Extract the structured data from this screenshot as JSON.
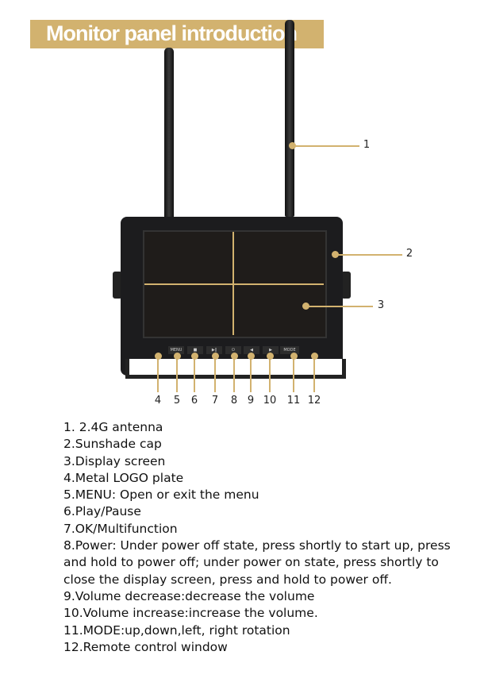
{
  "title": "Monitor panel introduction",
  "buttons": [
    "MENU",
    "■",
    "▶‖",
    "⏻",
    "◀",
    "▶",
    "MODE"
  ],
  "callouts": [
    "1",
    "2",
    "3",
    "4",
    "5",
    "6",
    "7",
    "8",
    "9",
    "10",
    "11",
    "12"
  ],
  "items": [
    "1. 2.4G antenna",
    "2.Sunshade cap",
    "3.Display screen",
    "4.Metal LOGO plate",
    "5.MENU: Open or exit the menu",
    "6.Play/Pause",
    "7.OK/Multifunction",
    "8.Power: Under power off state, press shortly to start up, press and hold to power off; under power on state, press shortly to close the display screen, press and hold to power off.",
    "9.Volume decrease:decrease the volume",
    "10.Volume increase:increase the volume.",
    "11.MODE:up,down,left, right rotation",
    "12.Remote control window"
  ],
  "accent": "#d2b26f"
}
